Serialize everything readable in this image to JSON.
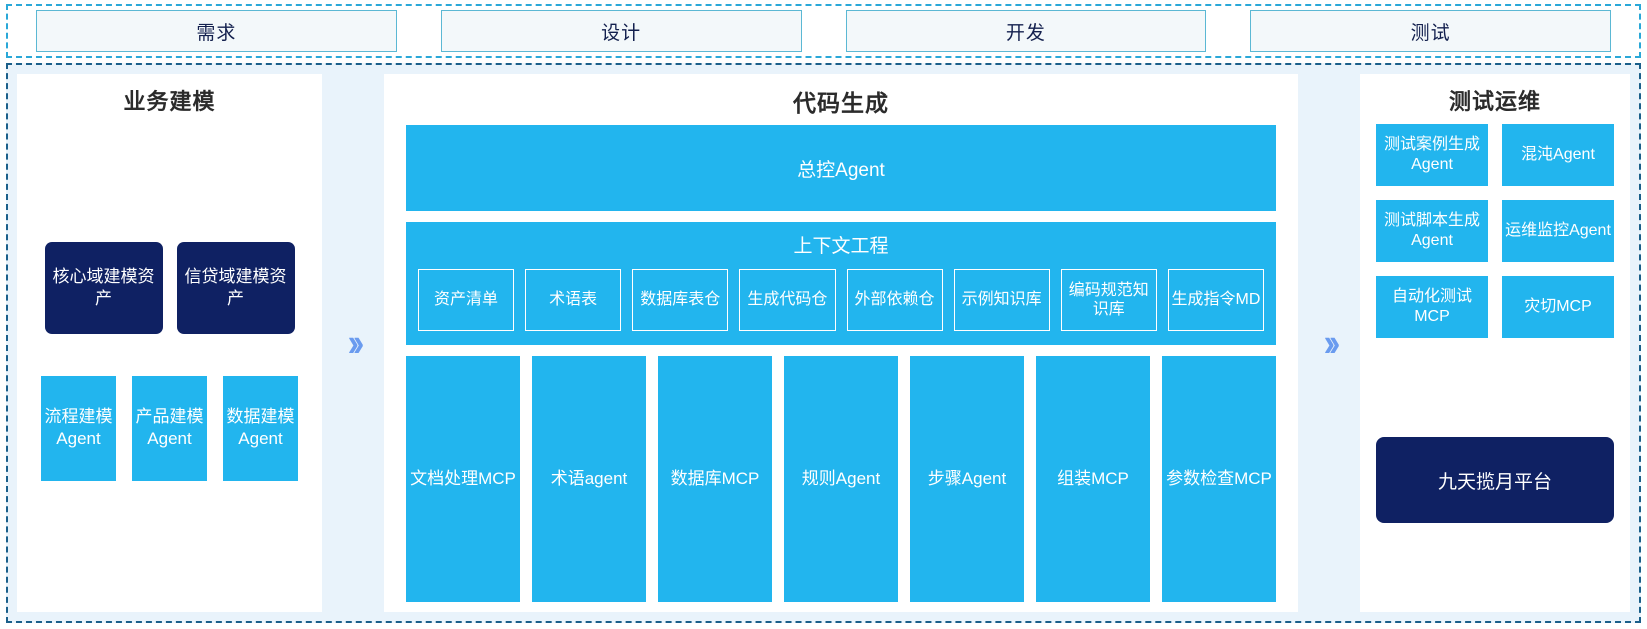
{
  "phases": {
    "items": [
      {
        "label": "需求"
      },
      {
        "label": "设计"
      },
      {
        "label": "开发"
      },
      {
        "label": "测试"
      }
    ]
  },
  "arrows": {
    "glyph": "››",
    "color": "#6a9bef",
    "icon_name": "double-chevron-right-icon"
  },
  "colors": {
    "cyan": "#22b5ee",
    "navy": "#0f2163",
    "panel_bg": "#e9f3fb",
    "card_bg": "#ffffff",
    "phase_box_bg": "#f3f8fa",
    "phase_border": "#5bb8d4",
    "outer_dash": "#2aa8d8",
    "body_dash": "#1a5f8a",
    "title_text": "#2b2b2b"
  },
  "left_column": {
    "title": "业务建模",
    "assets": [
      {
        "label": "核心域建模资产"
      },
      {
        "label": "信贷域建模资产"
      }
    ],
    "agents": [
      {
        "label": "流程建模Agent"
      },
      {
        "label": "产品建模Agent"
      },
      {
        "label": "数据建模Agent"
      }
    ]
  },
  "middle_column": {
    "title": "代码生成",
    "master_agent": "总控Agent",
    "context": {
      "title": "上下文工程",
      "items": [
        {
          "label": "资产清单"
        },
        {
          "label": "术语表"
        },
        {
          "label": "数据库表仓"
        },
        {
          "label": "生成代码仓"
        },
        {
          "label": "外部依赖仓"
        },
        {
          "label": "示例知识库"
        },
        {
          "label": "编码规范知识库"
        },
        {
          "label": "生成指令MD"
        }
      ]
    },
    "tools": [
      {
        "label": "文档处理MCP"
      },
      {
        "label": "术语agent"
      },
      {
        "label": "数据库MCP"
      },
      {
        "label": "规则Agent"
      },
      {
        "label": "步骤Agent"
      },
      {
        "label": "组装MCP"
      },
      {
        "label": "参数检查MCP"
      }
    ]
  },
  "right_column": {
    "title": "测试运维",
    "rows": [
      [
        {
          "label": "测试案例生成Agent"
        },
        {
          "label": "混沌Agent"
        }
      ],
      [
        {
          "label": "测试脚本生成Agent"
        },
        {
          "label": "运维监控Agent"
        }
      ],
      [
        {
          "label": "自动化测试MCP"
        },
        {
          "label": "灾切MCP"
        }
      ]
    ],
    "platform": "九天揽月平台"
  }
}
